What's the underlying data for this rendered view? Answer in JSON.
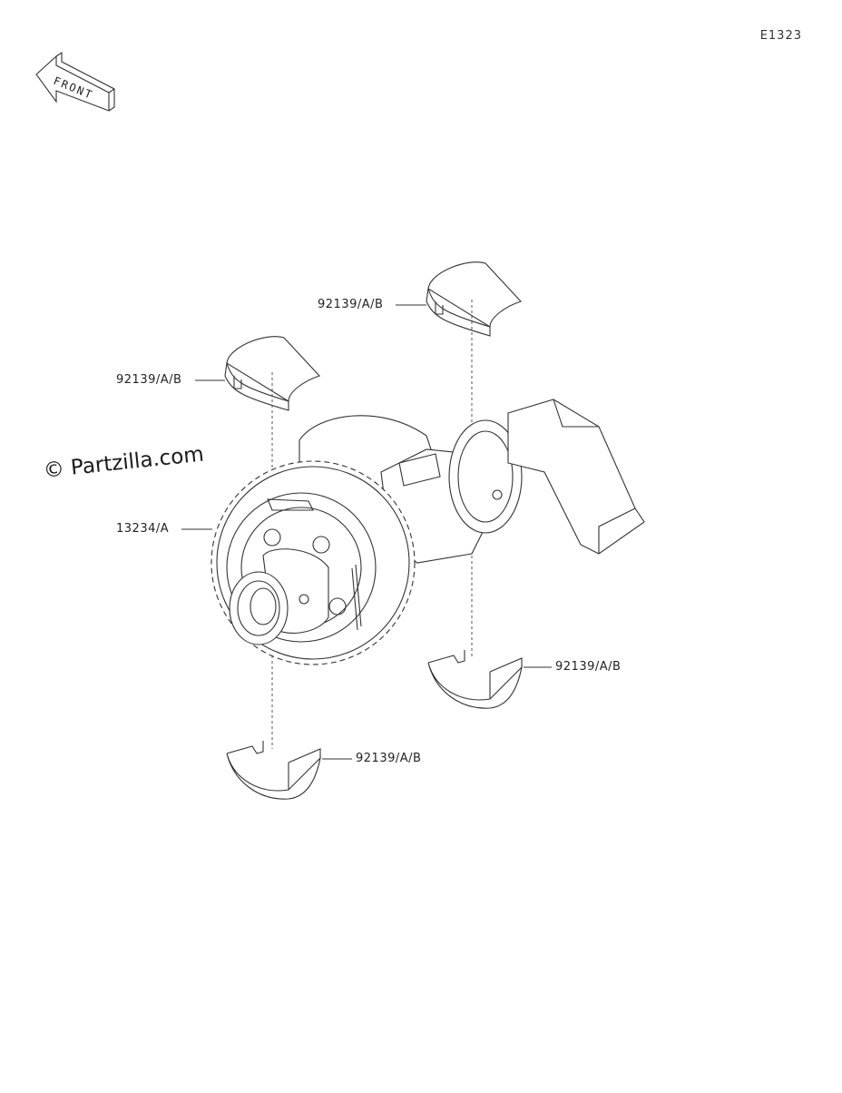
{
  "diagram_code": "E1323",
  "front_badge": "FRONT",
  "watermark": "© Partzilla.com",
  "callouts": {
    "bearing_top_right": "92139/A/B",
    "bearing_top_left": "92139/A/B",
    "gear": "13234/A",
    "bearing_bottom_right": "92139/A/B",
    "bearing_bottom_left": "92139/A/B"
  }
}
